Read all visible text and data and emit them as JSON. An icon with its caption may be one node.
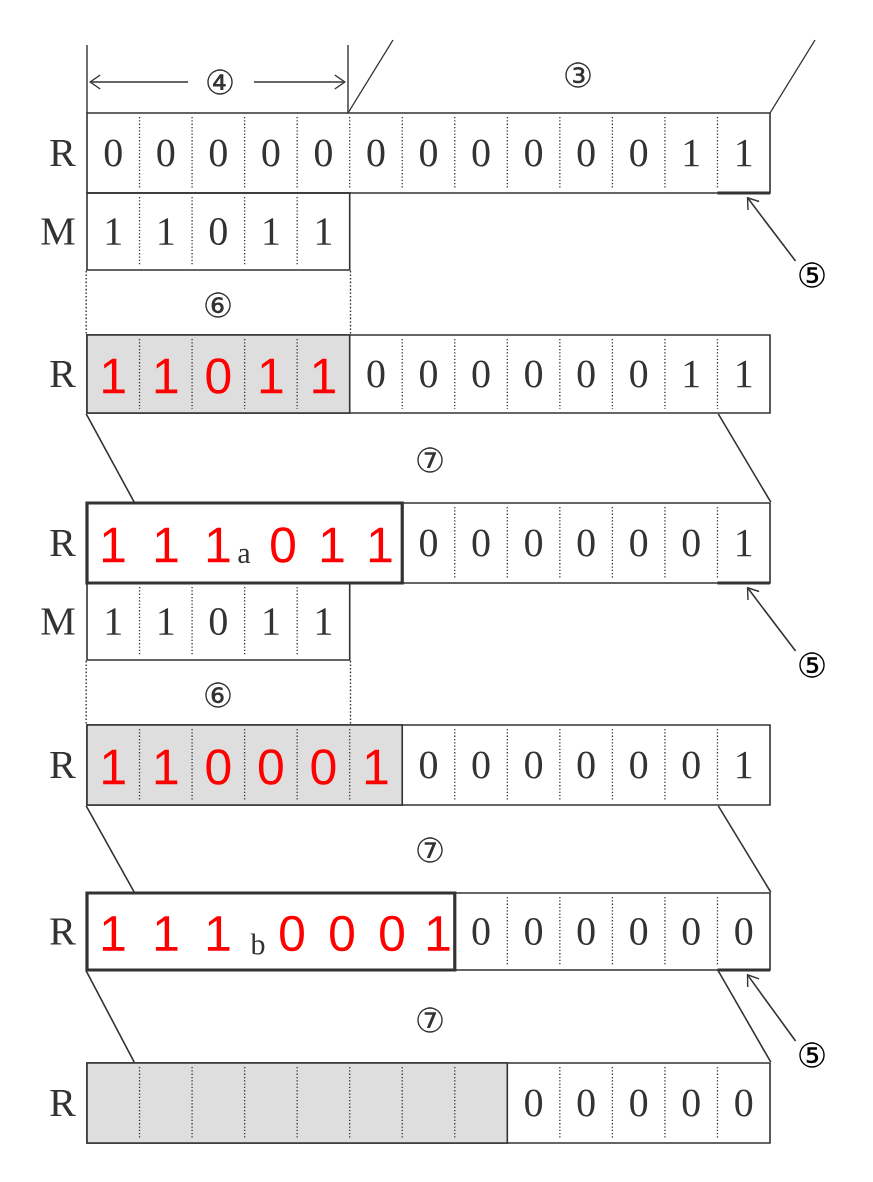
{
  "diagram": {
    "nodes": [
      {
        "text": [
          "0",
          "0",
          "0",
          "0",
          "0",
          "0",
          "0",
          "0",
          "0",
          "0",
          "0",
          "1",
          "1"
        ],
        "beside": [
          "R"
        ]
      },
      {
        "text": [
          "1",
          "1",
          "0",
          "1",
          "1"
        ],
        "beside": [
          "M"
        ]
      },
      {
        "text": [
          "0",
          "0",
          "0",
          "0",
          "0",
          "0",
          "1",
          "1"
        ],
        "beside": [
          "R"
        ]
      },
      {
        "text": [
          "1",
          "1",
          "0",
          "1",
          "1"
        ],
        "in": 2
      },
      {
        "text": [
          "0",
          "0",
          "0",
          "0",
          "0",
          "0",
          "1"
        ],
        "beside": [
          "R"
        ]
      },
      {
        "text": [
          "1",
          "1",
          "1",
          "0",
          "1",
          "1"
        ],
        "in": 4
      },
      {
        "text": [
          "1",
          "1",
          "0",
          "1",
          "1"
        ],
        "beside": [
          "M"
        ]
      },
      {
        "text": [
          "0",
          "0",
          "0",
          "0",
          "0",
          "0",
          "1"
        ],
        "beside": [
          "R"
        ]
      },
      {
        "text": [
          "1",
          "1",
          "0",
          "0",
          "0",
          "1"
        ],
        "in": 7
      },
      {
        "text": [
          "0",
          "0",
          "0",
          "0",
          "0",
          "0"
        ],
        "beside": [
          "R"
        ]
      },
      {
        "text": [
          "1",
          "1",
          "1",
          "0",
          "0",
          "0",
          "1"
        ],
        "in": 9
      },
      {
        "text": [
          "0",
          "0",
          "0",
          "0",
          "0"
        ],
        "beside": [
          "R"
        ]
      },
      {
        "text": [],
        "shape": "box",
        "in": 11
      },
      {
        "text": [
          "⑤"
        ]
      },
      {
        "text": [
          "⑤"
        ]
      },
      {
        "text": [
          "⑤"
        ]
      }
    ],
    "edges": [
      {
        "from": 2,
        "to": 4,
        "arrow": "none"
      },
      {
        "from": 2,
        "to": 4,
        "arrow": "none"
      },
      {
        "from": 7,
        "to": 9,
        "arrow": "none"
      },
      {
        "from": 7,
        "to": 9,
        "arrow": "none"
      },
      {
        "from": 9,
        "to": 11,
        "arrow": "none"
      },
      {
        "from": 9,
        "to": 11,
        "arrow": "none"
      },
      {
        "from": 13,
        "to": 0,
        "arrow": "to"
      },
      {
        "from": 14,
        "to": 4,
        "arrow": "to"
      },
      {
        "from": 15,
        "to": 9,
        "arrow": "to"
      },
      {
        "from": 1,
        "to": 3,
        "arrow": "none",
        "style": "dashed"
      },
      {
        "from": 1,
        "to": 3,
        "arrow": "none",
        "style": "dashed"
      },
      {
        "from": 6,
        "to": 8,
        "arrow": "none",
        "style": "dashed"
      },
      {
        "from": 6,
        "to": 8,
        "arrow": "none",
        "style": "dashed"
      }
    ],
    "labels": [
      "④",
      "③",
      "⑥",
      "⑦",
      "a",
      "⑥",
      "⑦",
      "b",
      "⑦"
    ]
  }
}
